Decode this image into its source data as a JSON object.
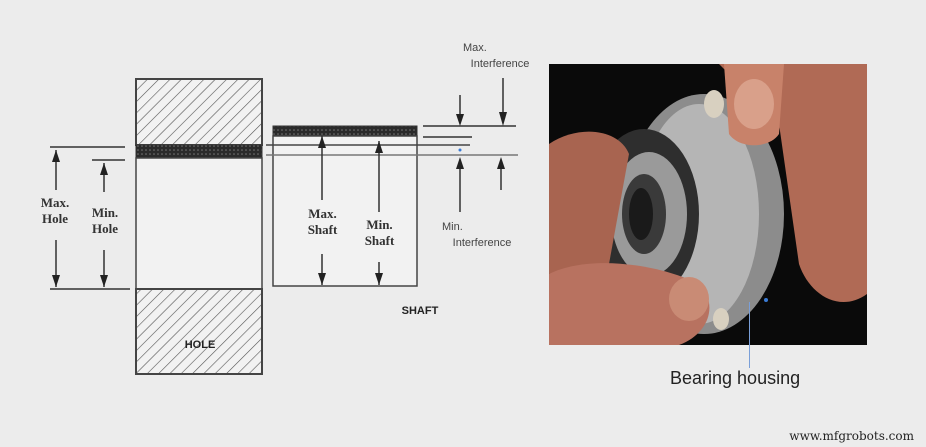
{
  "diagram": {
    "hole_label": "HOLE",
    "shaft_label": "SHAFT",
    "max_hole": [
      "Max.",
      "Hole"
    ],
    "min_hole": [
      "Min.",
      "Hole"
    ],
    "max_shaft": [
      "Max.",
      "Shaft"
    ],
    "min_shaft": [
      "Min.",
      "Shaft"
    ],
    "max_interference": [
      "Max.",
      "Interference"
    ],
    "min_interference": [
      "Min.",
      "Interference"
    ]
  },
  "photo": {
    "caption": "Bearing housing",
    "pointer_color": "#3a7bd5"
  },
  "watermark": "www.mfgrobots.com"
}
